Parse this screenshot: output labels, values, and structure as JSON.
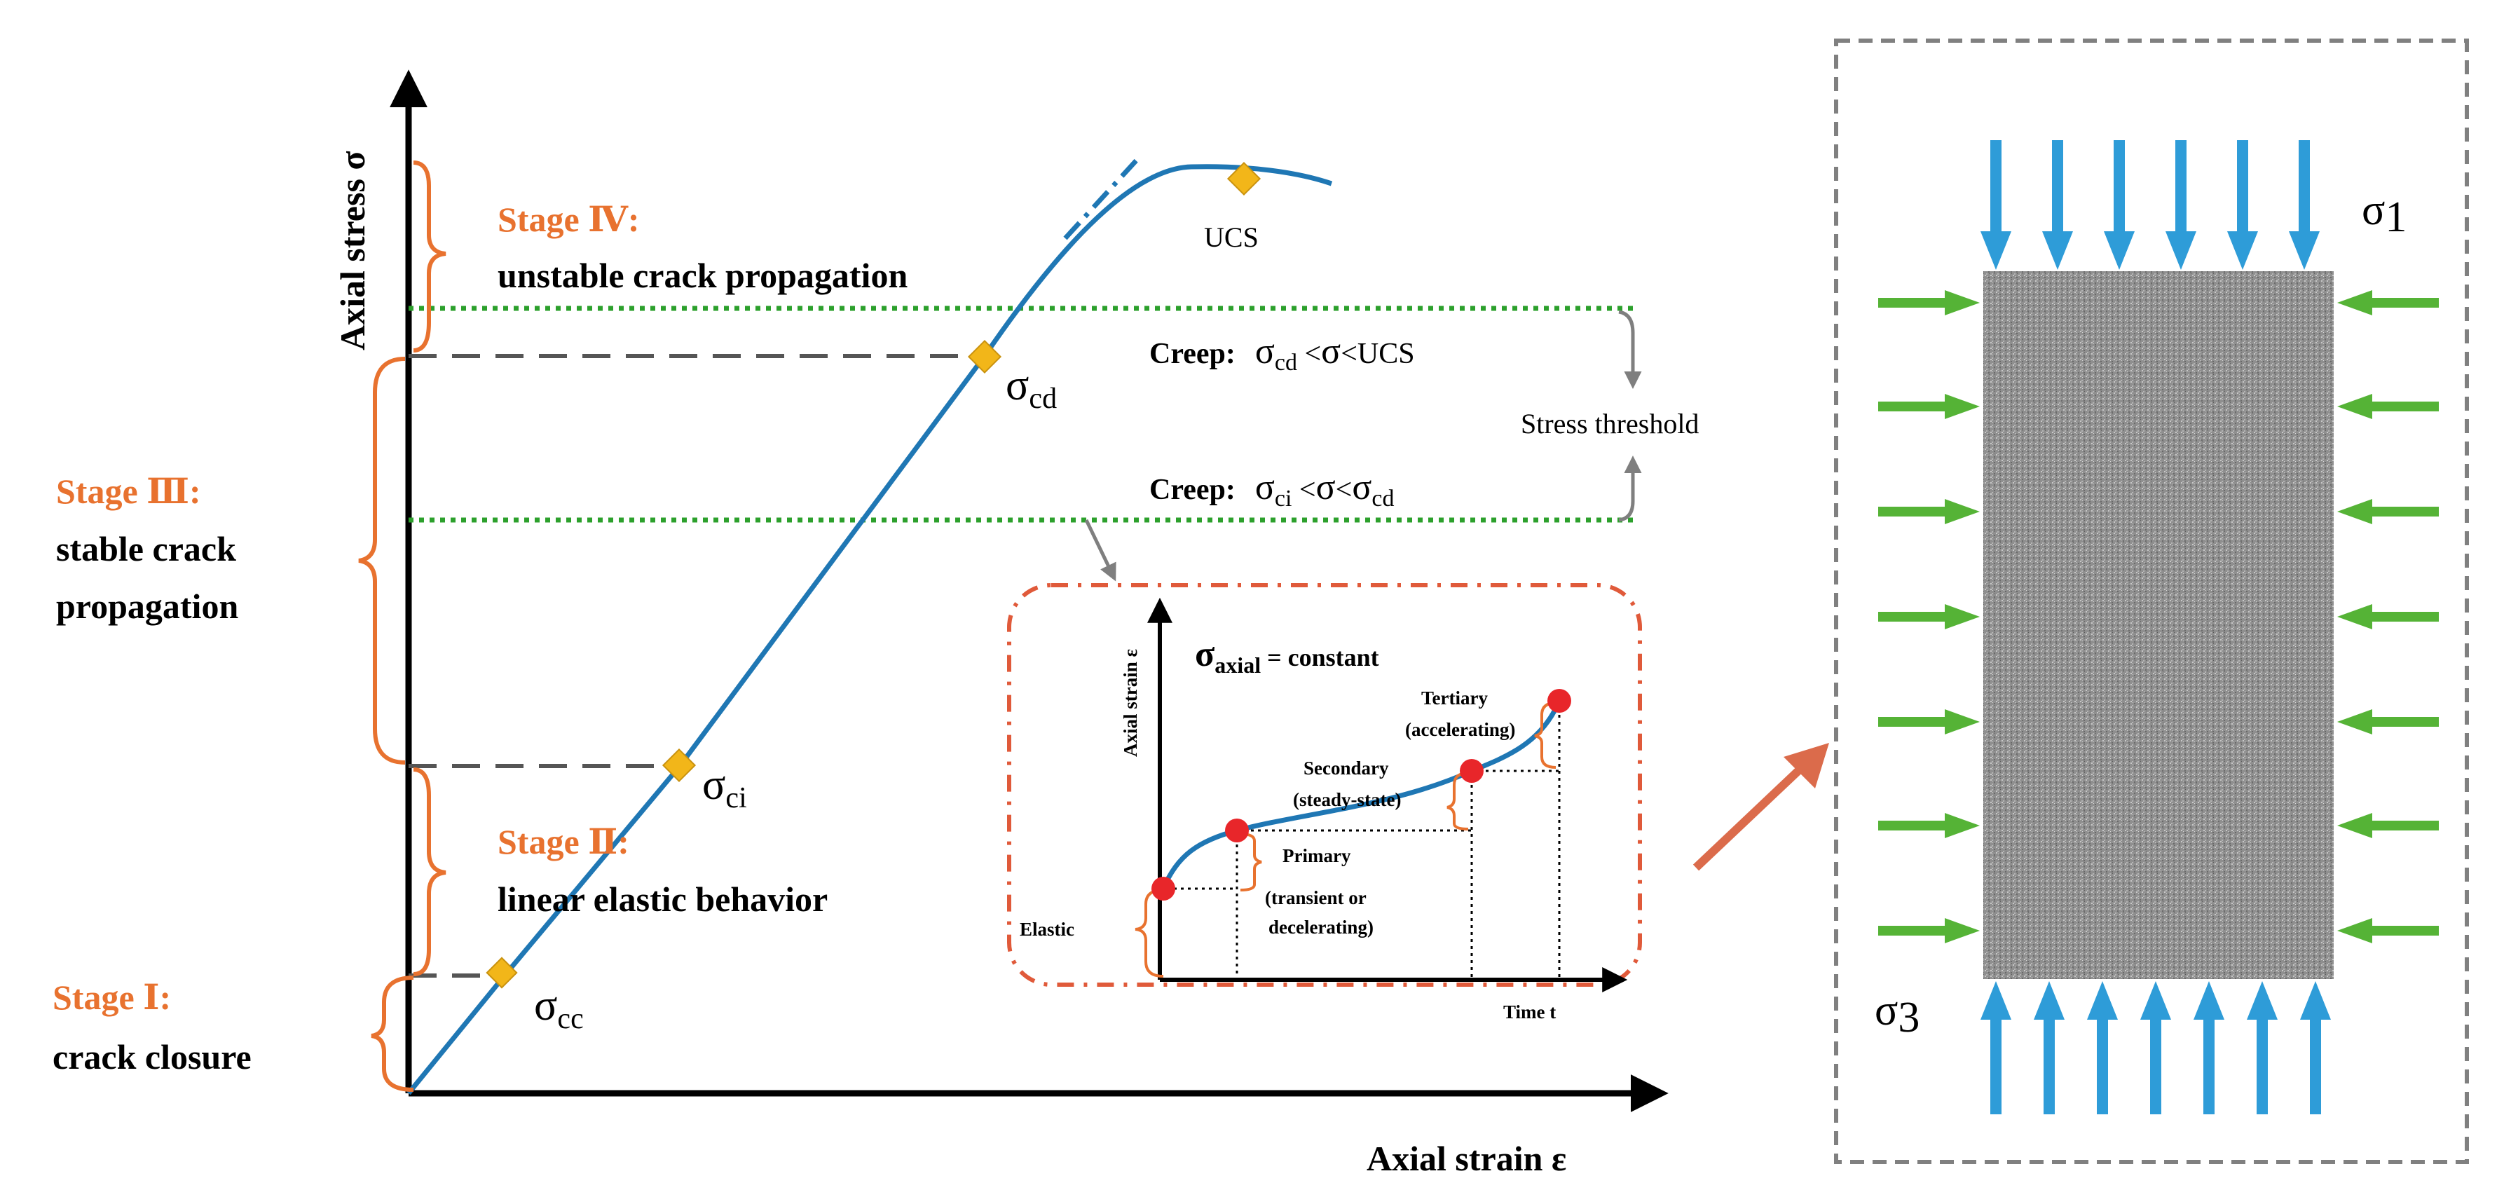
{
  "main_chart": {
    "y_axis_label": "Axial stress σ",
    "x_axis_label": "Axial strain ε",
    "ucs_label": "UCS",
    "thresholds": {
      "cd": {
        "sym": "σ",
        "sub": "cd"
      },
      "ci": {
        "sym": "σ",
        "sub": "ci"
      },
      "cc": {
        "sym": "σ",
        "sub": "cc"
      }
    },
    "stages": [
      {
        "title": "Stage Ⅳ:",
        "desc": [
          "unstable crack propagation"
        ]
      },
      {
        "title": "Stage Ⅲ:",
        "desc": [
          "stable crack",
          "propagation"
        ]
      },
      {
        "title": "Stage Ⅱ:",
        "desc": [
          "linear elastic behavior"
        ]
      },
      {
        "title": "Stage Ⅰ:",
        "desc": [
          "crack closure"
        ]
      }
    ],
    "creep_lines": {
      "upper": {
        "prefix": "Creep:",
        "sub1": "cd",
        "op1": " <",
        "mid": "σ",
        "op2": "<",
        "end": "UCS"
      },
      "lower": {
        "prefix": "Creep:",
        "sub1": "ci",
        "op1": " <",
        "mid": "σ",
        "op2": "<",
        "end_sub": "cd"
      }
    },
    "stress_threshold_label": "Stress threshold"
  },
  "inset": {
    "y_axis_label": "Axial strain ε",
    "x_axis_label": "Time t",
    "title_sym": "σ",
    "title_sub": "axial",
    "title_rest": " = constant",
    "labels": {
      "elastic": "Elastic",
      "primary": [
        "Primary",
        "(transient or",
        "decelerating)"
      ],
      "secondary": [
        "Secondary",
        "(steady-state)"
      ],
      "tertiary": [
        "Tertiary",
        "(accelerating)"
      ]
    }
  },
  "specimen": {
    "sigma1": {
      "sym": "σ",
      "sub": "1"
    },
    "sigma3": {
      "sym": "σ",
      "sub": "3"
    }
  },
  "colors": {
    "curve": "#1F77B4",
    "stage_text": "#E8722F",
    "brace": "#E8722F",
    "dotted_green": "#2CA02C",
    "marker": "#F2B619",
    "inset_border": "#E05A3A",
    "red_dot": "#E8262A",
    "vertical_arrow": "#2E9CD8",
    "lateral_arrow": "#55B336",
    "big_arrow": "#DB6B4B",
    "specimen": "#8C8C8C",
    "gray": "#7F7F7F"
  }
}
